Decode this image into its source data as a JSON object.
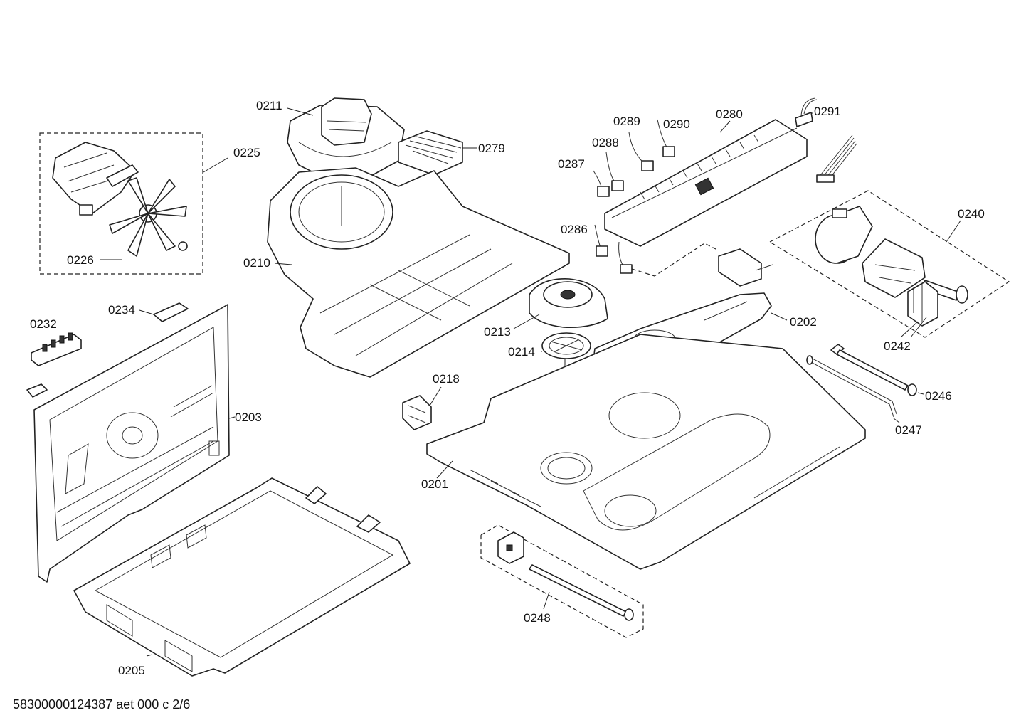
{
  "diagram": {
    "labels": {
      "p0211": "0211",
      "p0225": "0225",
      "p0226": "0226",
      "p0279": "0279",
      "p0210": "0210",
      "p0289": "0289",
      "p0290": "0290",
      "p0280": "0280",
      "p0291": "0291",
      "p0288": "0288",
      "p0287": "0287",
      "p0286": "0286",
      "p0240": "0240",
      "p0242": "0242",
      "p0234": "0234",
      "p0232": "0232",
      "p0213": "0213",
      "p0214": "0214",
      "p0202": "0202",
      "p0218": "0218",
      "p0203": "0203",
      "p0201": "0201",
      "p0246": "0246",
      "p0247": "0247",
      "p0248": "0248",
      "p0205": "0205"
    }
  },
  "footer": {
    "doc_id": "58300000124387 aet 000 c 2/6"
  }
}
